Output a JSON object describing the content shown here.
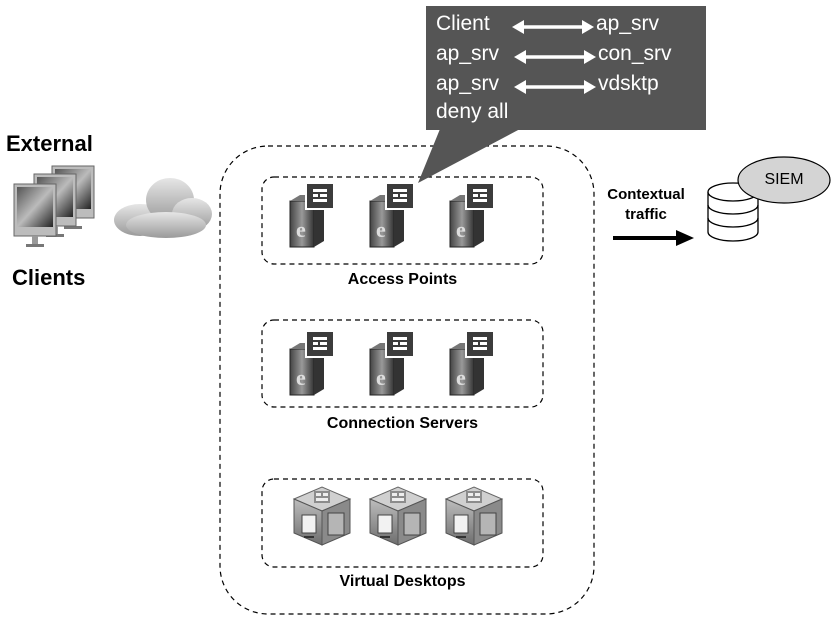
{
  "external_clients": {
    "line1": "External",
    "line2": "Clients"
  },
  "firewall_rules": [
    {
      "from": "Client",
      "to": "ap_srv"
    },
    {
      "from": "ap_srv",
      "to": "con_srv"
    },
    {
      "from": "ap_srv",
      "to": "vdsktp"
    },
    {
      "from": "deny all",
      "to": ""
    }
  ],
  "groups": {
    "access_points": "Access Points",
    "connection_servers": "Connection Servers",
    "virtual_desktops": "Virtual Desktops"
  },
  "contextual": {
    "line1": "Contextual",
    "line2": "traffic"
  },
  "siem": "SIEM",
  "icons": {
    "client": "monitor-icon",
    "cloud": "cloud-icon",
    "server": "firewalled-server-icon",
    "desktop": "virtual-desktop-icon",
    "database": "database-icon",
    "arrow": "bidirectional-arrow-icon"
  },
  "colors": {
    "callout": "#555555",
    "callout_text": "#ffffff",
    "siem_fill": "#d4d4d4"
  }
}
